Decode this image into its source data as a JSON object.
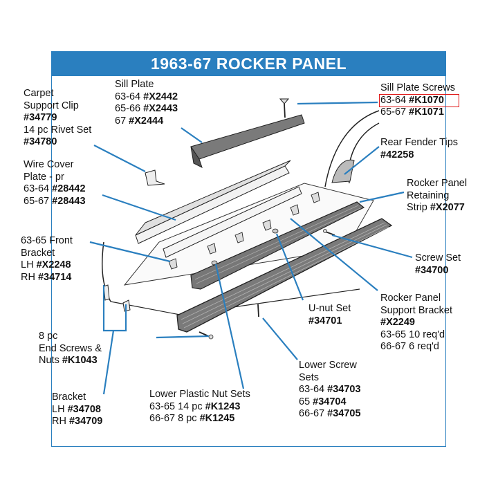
{
  "title": "1963-67 ROCKER PANEL",
  "colors": {
    "accent": "#2a7fbf",
    "highlight": "#e01818",
    "line": "#2a7fbf",
    "part_fill": "#777777"
  },
  "labels": {
    "carpet_clip": {
      "l1": "Carpet",
      "l2": "Support Clip",
      "l3": "#34779",
      "l4": "14 pc Rivet Set",
      "l5": "#34780"
    },
    "sill_plate": {
      "l1": "Sill Plate",
      "l2a": "63-64 ",
      "l2b": "#X2442",
      "l3a": "65-66 ",
      "l3b": "#X2443",
      "l4a": "67 ",
      "l4b": "#X2444"
    },
    "sill_screws": {
      "l1": "Sill Plate Screws",
      "l2a": "63-64 ",
      "l2b": "#K1070",
      "l3a": "65-67 ",
      "l3b": "#K1071"
    },
    "fender_tips": {
      "l1": "Rear Fender Tips",
      "l2": "#42258"
    },
    "wire_cover": {
      "l1": "Wire Cover",
      "l2": "Plate - pr",
      "l3a": "63-64 ",
      "l3b": "#28442",
      "l4a": "65-67 ",
      "l4b": "#28443"
    },
    "retaining_strip": {
      "l1": "Rocker Panel",
      "l2": "Retaining",
      "l3a": "Strip ",
      "l3b": "#X2077"
    },
    "front_bracket": {
      "l1": "63-65 Front",
      "l2": "Bracket",
      "l3a": "LH ",
      "l3b": "#X2248",
      "l4a": "RH ",
      "l4b": "#34714"
    },
    "screw_set": {
      "l1": "Screw Set",
      "l2": "#34700"
    },
    "support_bracket": {
      "l1": "Rocker Panel",
      "l2": "Support Bracket",
      "l3": "#X2249",
      "l4": "63-65 10 req'd",
      "l5": "66-67 6 req'd"
    },
    "unut": {
      "l1": "U-nut Set",
      "l2": "#34701"
    },
    "end_screws": {
      "l1": "8 pc",
      "l2": "End Screws &",
      "l3a": "Nuts ",
      "l3b": "#K1043"
    },
    "lower_screw": {
      "l1": "Lower Screw",
      "l2": "Sets",
      "l3a": "63-64 ",
      "l3b": "#34703",
      "l4a": "65 ",
      "l4b": "#34704",
      "l5a": "66-67 ",
      "l5b": "#34705"
    },
    "bracket": {
      "l1": "Bracket",
      "l2a": "LH ",
      "l2b": "#34708",
      "l3a": "RH ",
      "l3b": "#34709"
    },
    "lower_nut": {
      "l1": "Lower Plastic Nut Sets",
      "l2a": "63-65 14 pc ",
      "l2b": "#K1243",
      "l3a": "66-67 8 pc ",
      "l3b": "#K1245"
    }
  }
}
